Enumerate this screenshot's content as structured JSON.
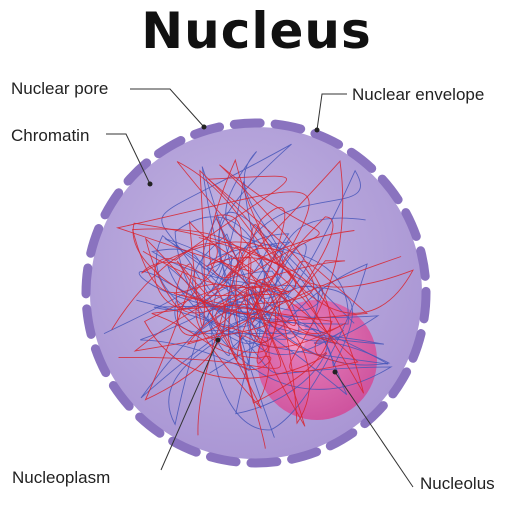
{
  "title": "Nucleus",
  "labels": {
    "nuclear_pore": "Nuclear pore",
    "chromatin": "Chromatin",
    "nuclear_envelope": "Nuclear envelope",
    "nucleoplasm": "Nucleoplasm",
    "nucleolus": "Nucleolus"
  },
  "colors": {
    "nucleoplasm": "#b5a4da",
    "envelope": "#8a73bf",
    "chromatin_red": "#d8232e",
    "chromatin_blue": "#4656b8",
    "nucleolus": "#e0549e",
    "leader_line": "#333333"
  }
}
